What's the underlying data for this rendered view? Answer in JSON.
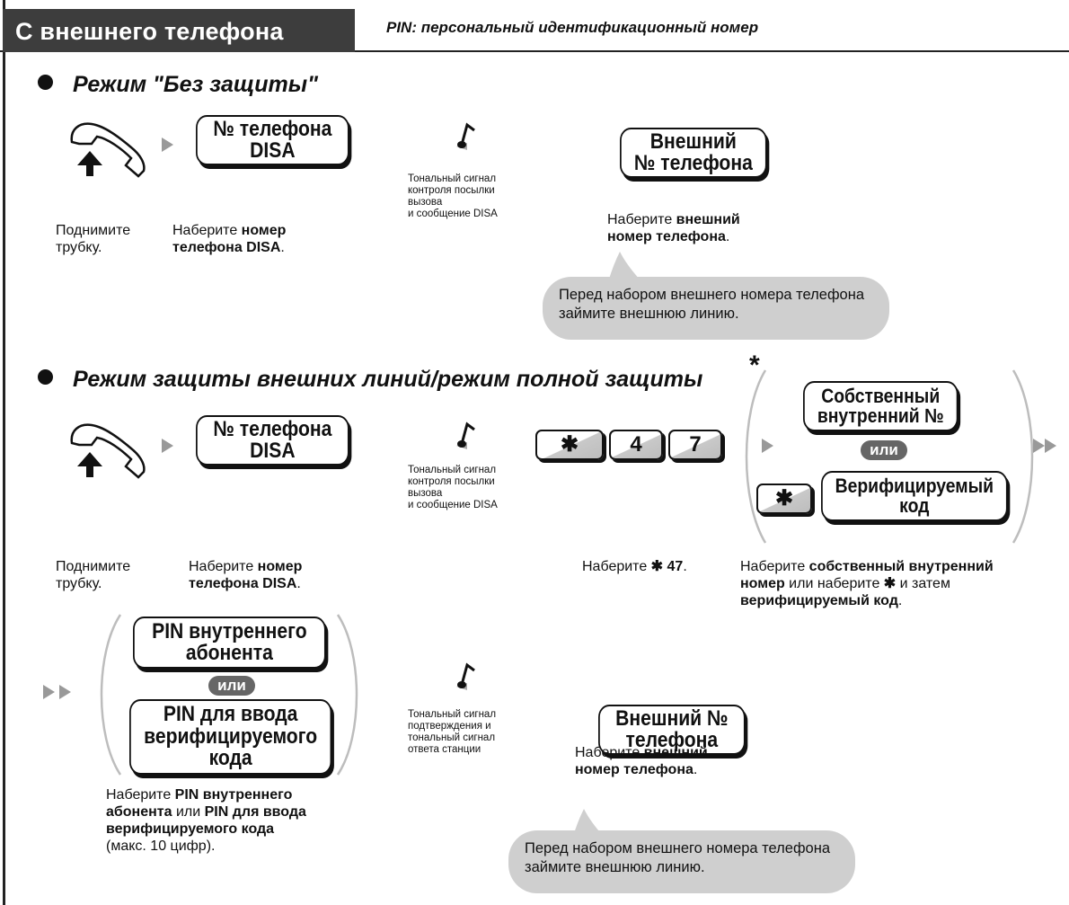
{
  "header": {
    "title": "С внешнего телефона",
    "pin_note": "PIN: персональный идентификационный номер"
  },
  "section1": {
    "heading": "Режим \"Без защиты\"",
    "disa_key": "№ телефона\nDISA",
    "ext_key": "Внешний\n№ телефона",
    "tone": "Тональный сигнал\nконтроля посылки\nвызова\nи сообщение DISA",
    "step1_a": "Поднимите",
    "step1_b": "трубку.",
    "step2_pre": "Наберите ",
    "step2_bold_a": "номер",
    "step2_bold_b": "телефона DISA",
    "step3_pre": "Наберите ",
    "step3_bold_a": "внешний",
    "step3_bold_b": "номер телефона",
    "bubble": "Перед набором внешнего номера телефона\nзаймите внешнюю линию."
  },
  "section2": {
    "heading": "Режим защиты внешних линий/режим полной защиты",
    "asterisk": "*",
    "disa_key": "№ телефона\nDISA",
    "tone": "Тональный сигнал\nконтроля посылки\nвызова\nи сообщение DISA",
    "keys": [
      "✱",
      "4",
      "7"
    ],
    "own_ext_key": "Собственный\nвнутренний №",
    "or_label": "или",
    "verif_code_key": "Верифицируемый\nкод",
    "star_key": "✱",
    "step1_a": "Поднимите",
    "step1_b": "трубку.",
    "step2_pre": "Наберите ",
    "step2_bold_a": "номер",
    "step2_bold_b": "телефона DISA",
    "step3_pre": "Наберите ",
    "step3_bold": "✱ 47",
    "step4_pre": "Наберите ",
    "step4_bold_a": "собственный внутренний",
    "step4_bold_b": "номер",
    "step4_mid": " или наберите ",
    "step4_star": "✱",
    "step4_tail": " и затем",
    "step4_bold_c": "верифицируемый код",
    "pin_ext_key": "PIN внутреннего\nабонента",
    "or_label2": "или",
    "pin_verif_key": "PIN для ввода\nверифицируемого\nкода",
    "tone2": "Тональный сигнал\nподтверждения и\nтональный сигнал\nответа станции",
    "ext_key2": "Внешний №\nтелефона",
    "step5_pre": "Наберите ",
    "step5_bold_a": "PIN внутреннего",
    "step5_bold_b": "абонента",
    "step5_mid": " или ",
    "step5_bold_c": "PIN для ввода",
    "step5_bold_d": "верифицируемого кода",
    "step5_tail": "(макс. 10 цифр).",
    "step6_pre": "Наберите ",
    "step6_bold_a": "внешний",
    "step6_bold_b": "номер телефона",
    "bubble": "Перед набором внешнего номера телефона\nзаймите внешнюю линию."
  }
}
